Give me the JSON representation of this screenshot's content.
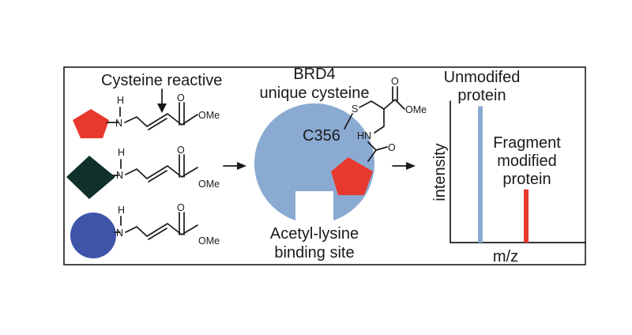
{
  "left_panel": {
    "label": "Cysteine reactive",
    "atom_labels": {
      "nh_h": "H",
      "nh_n": "N",
      "ester": "OMe",
      "carbonyl_o": "O"
    }
  },
  "center_panel": {
    "title_line1": "BRD4",
    "title_line2": "unique cysteine",
    "residue": "C356",
    "sulfur": "S",
    "hn": "HN",
    "carbonyl_o": "O",
    "ester": "OMe",
    "site_line1": "Acetyl-lysine",
    "site_line2": "binding site"
  },
  "right_panel": {
    "peak1_line1": "Unmodifed",
    "peak1_line2": "protein",
    "peak2_line1": "Fragment",
    "peak2_line2": "modified",
    "peak2_line3": "protein",
    "y_axis": "intensity",
    "x_axis": "m/z"
  },
  "colors": {
    "red_fragment": "#e8392e",
    "dark_fragment": "#10302c",
    "blue_fragment": "#3d54a8",
    "protein": "#8aaad2",
    "peak_unmodified": "#8aaad2",
    "peak_modified": "#e8392e"
  },
  "chart_data": {
    "type": "bar",
    "categories": [
      "Unmodifed protein",
      "Fragment modified protein"
    ],
    "values": [
      1.0,
      0.39
    ],
    "xlabel": "m/z",
    "ylabel": "intensity",
    "ylim": [
      0,
      1.2
    ]
  }
}
